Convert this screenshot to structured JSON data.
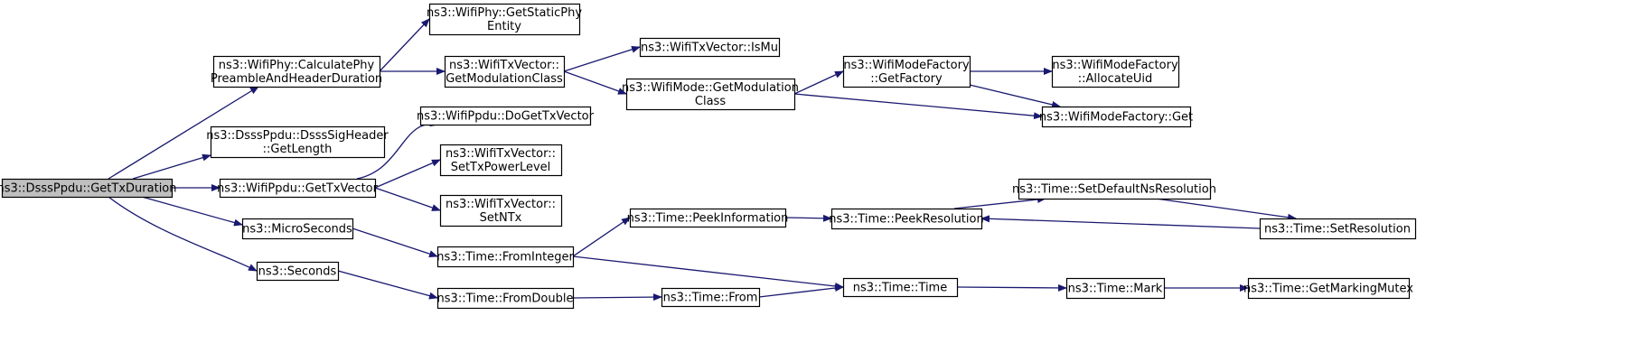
{
  "colors": {
    "edge": "#191970",
    "node_fill": "#ffffff",
    "root_fill": "#bfbfbf",
    "border": "#000000"
  },
  "nodes": [
    {
      "id": "root",
      "lines": [
        "ns3::DsssPpdu::GetTxDuration"
      ],
      "root": true
    },
    {
      "id": "calc",
      "lines": [
        "ns3::WifiPhy::CalculatePhy",
        "PreambleAndHeaderDuration"
      ]
    },
    {
      "id": "getlen",
      "lines": [
        "ns3::DsssPpdu::DsssSigHeader",
        "::GetLength"
      ]
    },
    {
      "id": "pputx",
      "lines": [
        "ns3::WifiPpdu::GetTxVector"
      ]
    },
    {
      "id": "micro",
      "lines": [
        "ns3::MicroSeconds"
      ]
    },
    {
      "id": "seconds",
      "lines": [
        "ns3::Seconds"
      ]
    },
    {
      "id": "static",
      "lines": [
        "ns3::WifiPhy::GetStaticPhy",
        "Entity"
      ]
    },
    {
      "id": "txmod",
      "lines": [
        "ns3::WifiTxVector::",
        "GetModulationClass"
      ]
    },
    {
      "id": "dogettx",
      "lines": [
        "ns3::WifiPpdu::DoGetTxVector"
      ]
    },
    {
      "id": "setpower",
      "lines": [
        "ns3::WifiTxVector::",
        "SetTxPowerLevel"
      ]
    },
    {
      "id": "setntx",
      "lines": [
        "ns3::WifiTxVector::",
        "SetNTx"
      ]
    },
    {
      "id": "fromint",
      "lines": [
        "ns3::Time::FromInteger"
      ]
    },
    {
      "id": "fromdbl",
      "lines": [
        "ns3::Time::FromDouble"
      ]
    },
    {
      "id": "ismu",
      "lines": [
        "ns3::WifiTxVector::IsMu"
      ]
    },
    {
      "id": "modemod",
      "lines": [
        "ns3::WifiMode::GetModulation",
        "Class"
      ]
    },
    {
      "id": "peekinfo",
      "lines": [
        "ns3::Time::PeekInformation"
      ]
    },
    {
      "id": "timefrom",
      "lines": [
        "ns3::Time::From"
      ]
    },
    {
      "id": "getfactory",
      "lines": [
        "ns3::WifiModeFactory",
        "::GetFactory"
      ]
    },
    {
      "id": "peekres",
      "lines": [
        "ns3::Time::PeekResolution"
      ]
    },
    {
      "id": "timetime",
      "lines": [
        "ns3::Time::Time"
      ]
    },
    {
      "id": "alloc",
      "lines": [
        "ns3::WifiModeFactory",
        "::AllocateUid"
      ]
    },
    {
      "id": "wmfget",
      "lines": [
        "ns3::WifiModeFactory::Get"
      ]
    },
    {
      "id": "setdef",
      "lines": [
        "ns3::Time::SetDefaultNsResolution"
      ]
    },
    {
      "id": "mark",
      "lines": [
        "ns3::Time::Mark"
      ]
    },
    {
      "id": "setres",
      "lines": [
        "ns3::Time::SetResolution"
      ]
    },
    {
      "id": "mutex",
      "lines": [
        "ns3::Time::GetMarkingMutex"
      ]
    }
  ],
  "edges": [
    {
      "from": "root",
      "to": "calc"
    },
    {
      "from": "root",
      "to": "getlen"
    },
    {
      "from": "root",
      "to": "pputx"
    },
    {
      "from": "root",
      "to": "micro"
    },
    {
      "from": "root",
      "to": "seconds"
    },
    {
      "from": "calc",
      "to": "static"
    },
    {
      "from": "calc",
      "to": "txmod"
    },
    {
      "from": "txmod",
      "to": "ismu"
    },
    {
      "from": "txmod",
      "to": "modemod"
    },
    {
      "from": "modemod",
      "to": "getfactory"
    },
    {
      "from": "modemod",
      "to": "wmfget"
    },
    {
      "from": "getfactory",
      "to": "alloc"
    },
    {
      "from": "getfactory",
      "to": "wmfget"
    },
    {
      "from": "pputx",
      "to": "dogettx"
    },
    {
      "from": "pputx",
      "to": "setpower"
    },
    {
      "from": "pputx",
      "to": "setntx"
    },
    {
      "from": "micro",
      "to": "fromint"
    },
    {
      "from": "seconds",
      "to": "fromdbl"
    },
    {
      "from": "fromint",
      "to": "peekinfo"
    },
    {
      "from": "fromint",
      "to": "timetime"
    },
    {
      "from": "fromdbl",
      "to": "timefrom"
    },
    {
      "from": "timefrom",
      "to": "timetime"
    },
    {
      "from": "peekinfo",
      "to": "peekres"
    },
    {
      "from": "peekres",
      "to": "setdef"
    },
    {
      "from": "setdef",
      "to": "setres"
    },
    {
      "from": "setres",
      "to": "peekres"
    },
    {
      "from": "timetime",
      "to": "mark"
    },
    {
      "from": "mark",
      "to": "mutex"
    }
  ]
}
